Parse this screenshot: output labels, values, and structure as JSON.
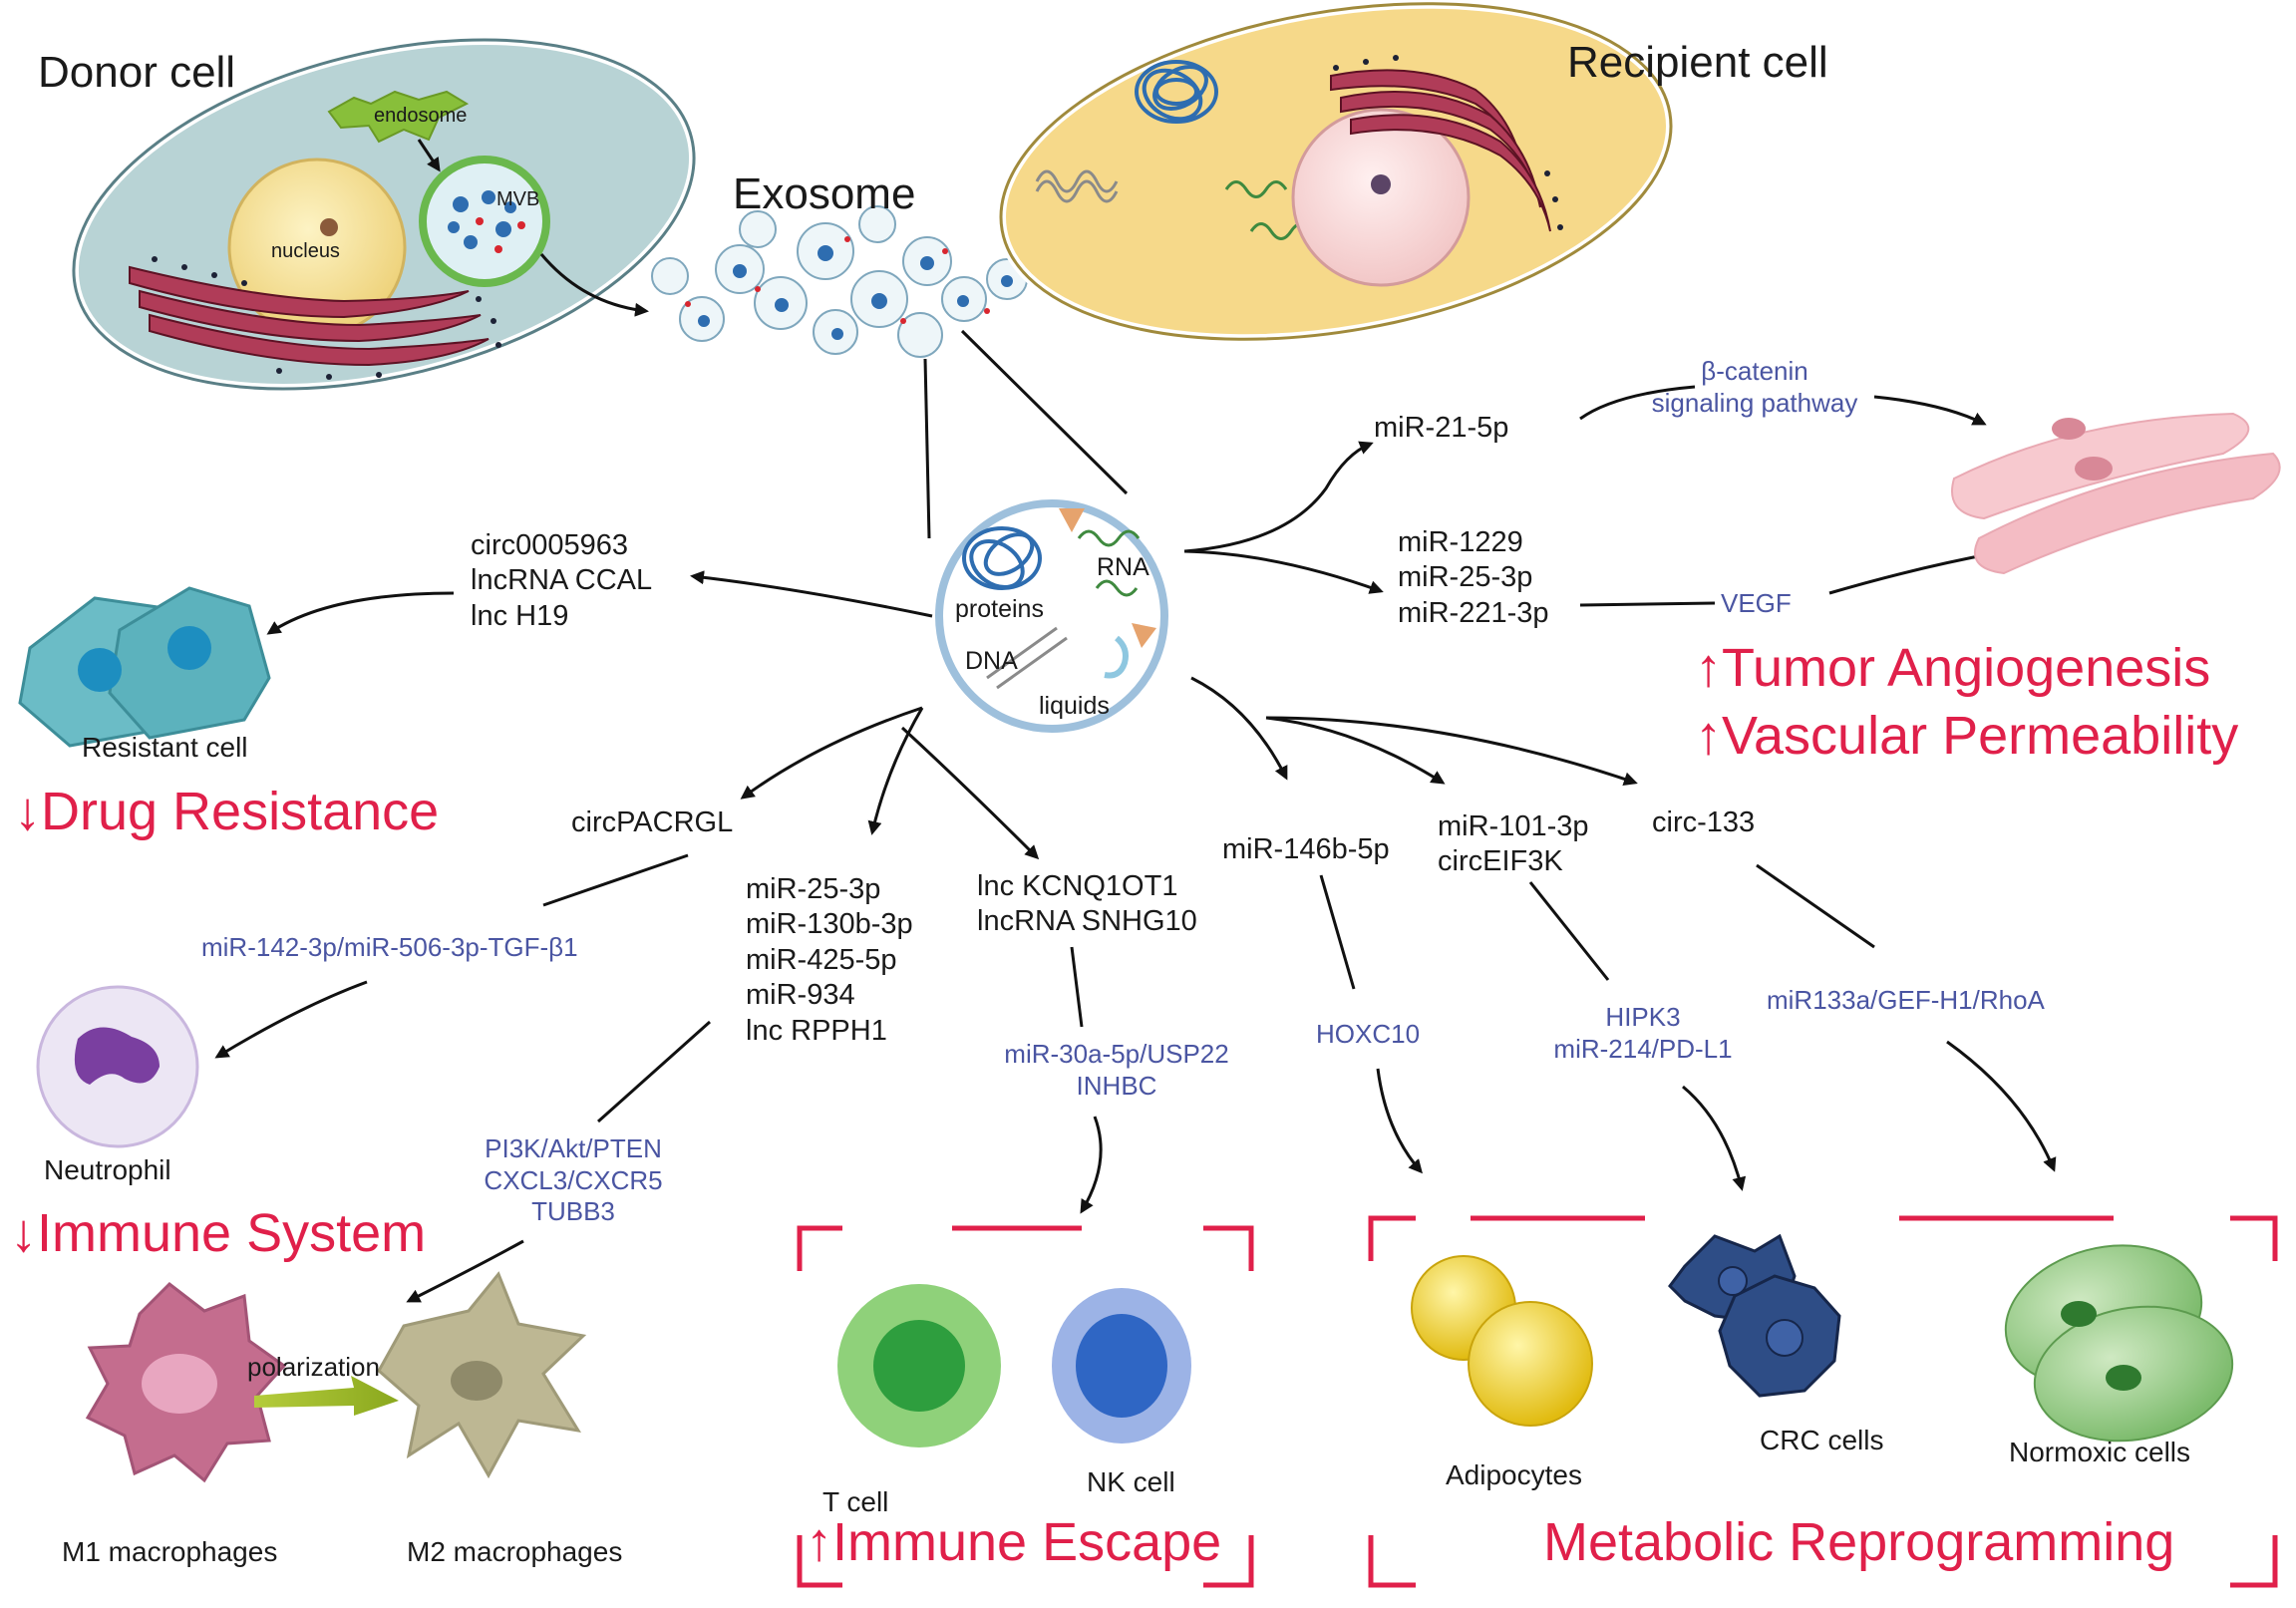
{
  "titles": {
    "donor": "Donor cell",
    "recipient": "Recipient cell",
    "exosome": "Exosome"
  },
  "donor_labels": {
    "endosome": "endosome",
    "mvb": "MVB",
    "nucleus": "nucleus"
  },
  "hub_labels": {
    "proteins": "proteins",
    "rna": "RNA",
    "dna": "DNA",
    "liquids": "liquids"
  },
  "drug_resistance": {
    "molecules": [
      "circ0005963",
      "lncRNA CCAL",
      "lnc H19"
    ],
    "cell": "Resistant cell",
    "effect": "↓Drug Resistance"
  },
  "angiogenesis": {
    "branch1_molecule": "miR-21-5p",
    "branch1_pathway": [
      "β-catenin",
      "signaling pathway"
    ],
    "branch2_molecules": [
      "miR-1229",
      "miR-25-3p",
      "miR-221-3p"
    ],
    "branch2_pathway": "VEGF",
    "effects": [
      "↑Tumor Angiogenesis",
      "↑Vascular Permeability"
    ]
  },
  "immune_system": {
    "neutrophil_molecule": "circPACRGL",
    "neutrophil_pathway": "miR-142-3p/miR-506-3p-TGF-β1",
    "neutrophil_cell": "Neutrophil",
    "macrophage_molecules": [
      "miR-25-3p",
      "miR-130b-3p",
      "miR-425-5p",
      "miR-934",
      "lnc RPPH1"
    ],
    "macrophage_pathways": [
      "PI3K/Akt/PTEN",
      "CXCL3/CXCR5",
      "TUBB3"
    ],
    "polarization": "polarization",
    "m1": "M1 macrophages",
    "m2": "M2 macrophages",
    "effect": "↓Immune System"
  },
  "immune_escape": {
    "molecules": [
      "lnc KCNQ1OT1",
      "lncRNA SNHG10"
    ],
    "pathways": [
      "miR-30a-5p/USP22",
      "INHBC"
    ],
    "t_cell": "T cell",
    "nk_cell": "NK cell",
    "effect": "↑Immune Escape"
  },
  "metabolic": {
    "m1_molecule": "miR-146b-5p",
    "m1_pathway": "HOXC10",
    "m2_molecules": [
      "miR-101-3p",
      "circEIF3K"
    ],
    "m2_pathways": [
      "HIPK3",
      "miR-214/PD-L1"
    ],
    "m3_molecule": "circ-133",
    "m3_pathway": "miR133a/GEF-H1/RhoA",
    "adipocytes": "Adipocytes",
    "crc": "CRC cells",
    "normoxic": "Normoxic cells",
    "effect": "Metabolic Reprogramming"
  },
  "colors": {
    "effect_red": "#e0204a",
    "pathway_blue": "#4a55a2",
    "donor_cell": "#b8d3d5",
    "recipient_cell": "#f6d98a"
  }
}
